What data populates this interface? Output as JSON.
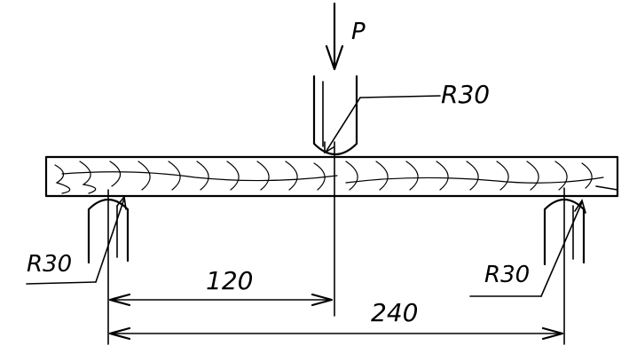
{
  "labels": {
    "load": "P",
    "radius_top": "R30",
    "radius_left": "R30",
    "radius_right": "R30",
    "dim_half": "120",
    "dim_full": "240"
  }
}
